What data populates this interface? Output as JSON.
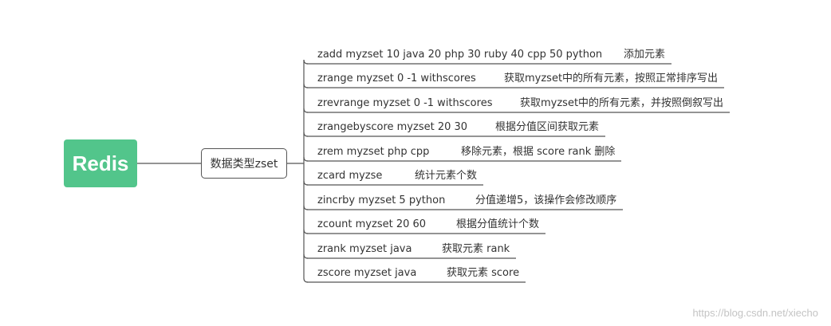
{
  "root": {
    "label": "Redis"
  },
  "branch": {
    "label": "数据类型zset"
  },
  "leaves": [
    {
      "command": "zadd myzset 10 java 20 php 30 ruby 40 cpp 50 python",
      "description": "添加元素"
    },
    {
      "command": "zrange myzset 0 -1 withscores",
      "description": "获取myzset中的所有元素，按照正常排序写出"
    },
    {
      "command": "zrevrange myzset 0 -1 withscores",
      "description": "获取myzset中的所有元素，并按照倒叙写出"
    },
    {
      "command": "zrangebyscore myzset 20 30",
      "description": "根据分值区间获取元素"
    },
    {
      "command": "zrem myzset php cpp",
      "description": "移除元素，根据 score rank 删除"
    },
    {
      "command": "zcard myzse",
      "description": "统计元素个数"
    },
    {
      "command": "zincrby myzset 5 python",
      "description": "分值递增5，该操作会修改顺序"
    },
    {
      "command": "zcount myzset 20 60",
      "description": "根据分值统计个数"
    },
    {
      "command": "zrank myzset java",
      "description": "获取元素 rank"
    },
    {
      "command": "zscore myzset java",
      "description": "获取元素 score"
    }
  ],
  "watermark": "https://blog.csdn.net/xiecho",
  "colors": {
    "root_fill": "#52c58b",
    "line": "#555555",
    "text": "#333333"
  }
}
